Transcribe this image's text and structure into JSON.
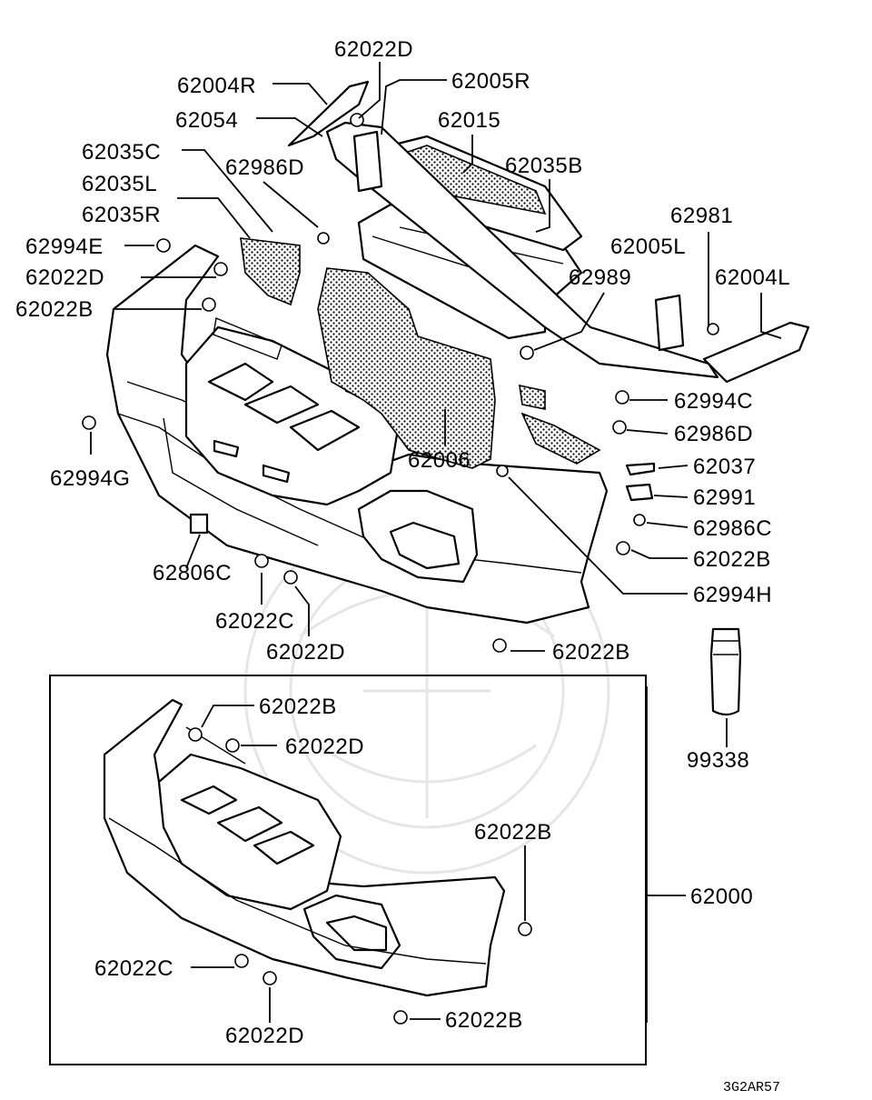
{
  "diagram_code": "3G2AR57",
  "kit_box_part": "62000",
  "labels": {
    "l62022D_top": "62022D",
    "l62004R": "62004R",
    "l62005R": "62005R",
    "l62054": "62054",
    "l62015": "62015",
    "l62035C": "62035C",
    "l62986D_a": "62986D",
    "l62035B": "62035B",
    "l62035L": "62035L",
    "l62035R": "62035R",
    "l62981": "62981",
    "l62994E": "62994E",
    "l62005L": "62005L",
    "l62022D_b": "62022D",
    "l62989": "62989",
    "l62004L": "62004L",
    "l62022B_a": "62022B",
    "l62994C": "62994C",
    "l62986D_b": "62986D",
    "l62994G": "62994G",
    "l62006": "62006",
    "l62037": "62037",
    "l62991": "62991",
    "l62986C": "62986C",
    "l62022B_b": "62022B",
    "l62806C": "62806C",
    "l62994H": "62994H",
    "l62022C_a": "62022C",
    "l62022D_c": "62022D",
    "l62022B_c": "62022B",
    "l99338": "99338",
    "l62022B_d": "62022B",
    "l62022D_d": "62022D",
    "l62022B_e": "62022B",
    "l62022C_b": "62022C",
    "l62022D_e": "62022D",
    "l62022B_f": "62022B"
  }
}
